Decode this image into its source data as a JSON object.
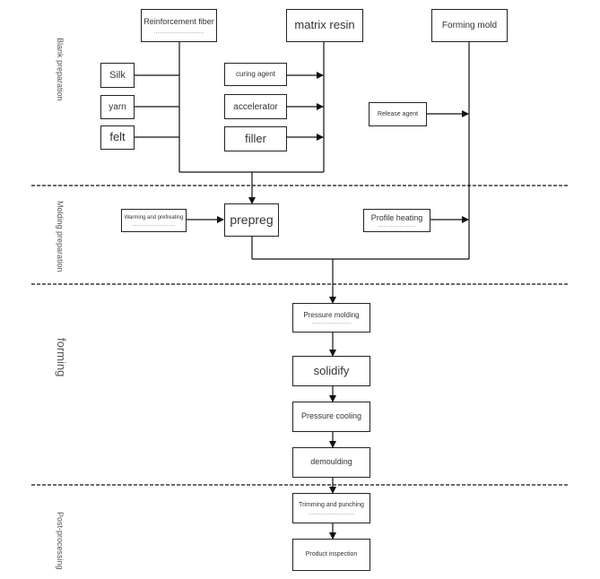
{
  "phases": {
    "blank": "Blank preparation",
    "molding": "Molding preparation",
    "forming": "forming",
    "post": "Post-processing"
  },
  "nodes": {
    "reinforcement_fiber": "Reinforcement fiber",
    "matrix_resin": "matrix resin",
    "forming_mold": "Forming mold",
    "silk": "Silk",
    "yarn": "yarn",
    "felt": "felt",
    "curing_agent": "curing agent",
    "accelerator": "accelerator",
    "filler": "filler",
    "release_agent": "Release agent",
    "warming_prefreating": "Warming and prefreating",
    "prepreg": "prepreg",
    "profile_heating": "Profile heating",
    "pressure_molding": "Pressure molding",
    "solidify": "solidify",
    "pressure_cooling": "Pressure cooling",
    "demoulding": "demoulding",
    "trimming_punching": "Trimming and punching",
    "product_inspection": "Product inspection"
  }
}
